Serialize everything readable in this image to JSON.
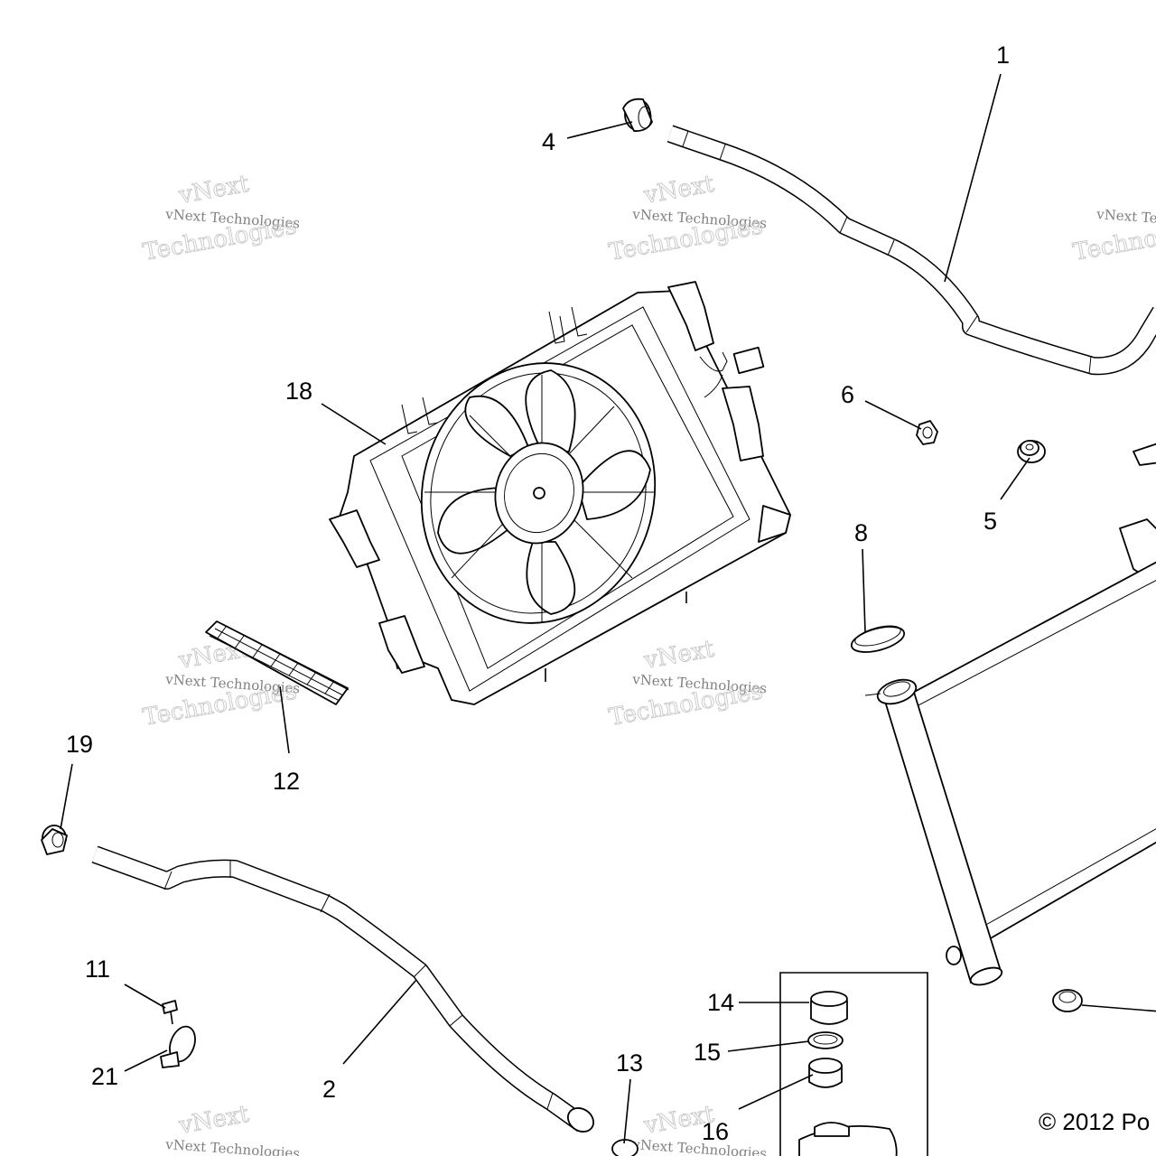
{
  "callouts": {
    "c1": "1",
    "c2": "2",
    "c4": "4",
    "c5": "5",
    "c6": "6",
    "c8": "8",
    "c11": "11",
    "c12": "12",
    "c13": "13",
    "c14": "14",
    "c15": "15",
    "c16": "16",
    "c18": "18",
    "c19": "19",
    "c21": "21"
  },
  "copyright": "© 2012 Po",
  "watermark": {
    "line1": "vNext Technologies",
    "line2": "vNext",
    "line3": "Technologies",
    "partial1": "vNext Te",
    "partial2": "Technolo"
  }
}
